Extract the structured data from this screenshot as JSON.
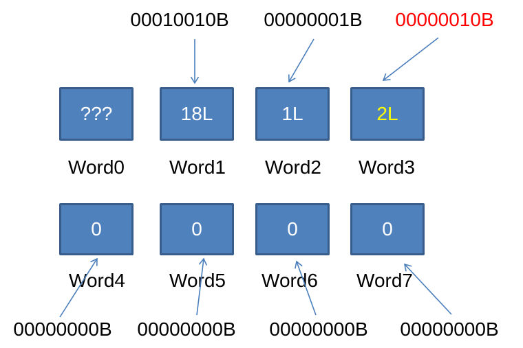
{
  "palette": {
    "background": "#FFFFFF",
    "box_fill": "#4F81BD",
    "box_border": "#385D8A",
    "arrow": "#4A7EBB",
    "label_black": "#000000",
    "label_red": "#FF0000",
    "value_white": "#FFFFFF",
    "value_yellow": "#FFFF00"
  },
  "top_labels": [
    {
      "text": "00010010B",
      "color": "#000000",
      "points_to": "Word1"
    },
    {
      "text": "00000001B",
      "color": "#000000",
      "points_to": "Word2"
    },
    {
      "text": "00000010B",
      "color": "#FF0000",
      "points_to": "Word3"
    }
  ],
  "words": [
    {
      "name": "Word0",
      "value": "???",
      "value_color": "#FFFFFF"
    },
    {
      "name": "Word1",
      "value": "18L",
      "value_color": "#FFFFFF"
    },
    {
      "name": "Word2",
      "value": "1L",
      "value_color": "#FFFFFF"
    },
    {
      "name": "Word3",
      "value": "2L",
      "value_color": "#FFFF00"
    },
    {
      "name": "Word4",
      "value": "0",
      "value_color": "#FFFFFF"
    },
    {
      "name": "Word5",
      "value": "0",
      "value_color": "#FFFFFF"
    },
    {
      "name": "Word6",
      "value": "0",
      "value_color": "#FFFFFF"
    },
    {
      "name": "Word7",
      "value": "0",
      "value_color": "#FFFFFF"
    }
  ],
  "bottom_labels": [
    {
      "text": "00000000B",
      "color": "#000000",
      "points_to": "Word4"
    },
    {
      "text": "00000000B",
      "color": "#000000",
      "points_to": "Word5"
    },
    {
      "text": "00000000B",
      "color": "#000000",
      "points_to": "Word6"
    },
    {
      "text": "00000000B",
      "color": "#000000",
      "points_to": "Word7"
    }
  ],
  "connectors": [
    {
      "from": "top-label-0",
      "to": "Word1",
      "direction": "down"
    },
    {
      "from": "top-label-1",
      "to": "Word2",
      "direction": "down-left"
    },
    {
      "from": "top-label-2",
      "to": "Word3",
      "direction": "down-left"
    },
    {
      "from": "bottom-label-0",
      "to": "Word4",
      "direction": "up-right"
    },
    {
      "from": "bottom-label-1",
      "to": "Word5",
      "direction": "up"
    },
    {
      "from": "bottom-label-2",
      "to": "Word6",
      "direction": "up-left"
    },
    {
      "from": "bottom-label-3",
      "to": "Word7",
      "direction": "up-left"
    }
  ]
}
